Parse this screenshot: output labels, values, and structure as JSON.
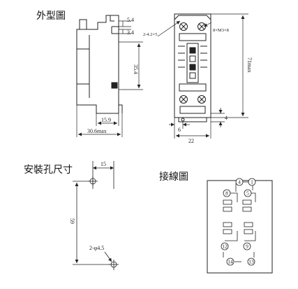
{
  "headings": {
    "outline": "外型圖",
    "mounting": "安裝孔尺寸",
    "wiring": "接線圖"
  },
  "side_view": {
    "dim_top": "5.4",
    "dim_rail": "3.4",
    "dim_height": "35.4",
    "dim_bottom": "15.9",
    "dim_width": "30.6max"
  },
  "front_view": {
    "hole_label": "2-4.2×5",
    "screw_label": "8×M3×8",
    "dim_height": "71max",
    "dim_foot_h": "4",
    "dim_foot_w": "6",
    "dim_width": "22"
  },
  "mounting_holes": {
    "dim_offset": "15",
    "dim_pitch": "59",
    "hole_label": "2-φ4.5"
  },
  "wiring": {
    "pins": [
      "4",
      "1",
      "8",
      "5",
      "12",
      "9",
      "14",
      "13"
    ]
  }
}
